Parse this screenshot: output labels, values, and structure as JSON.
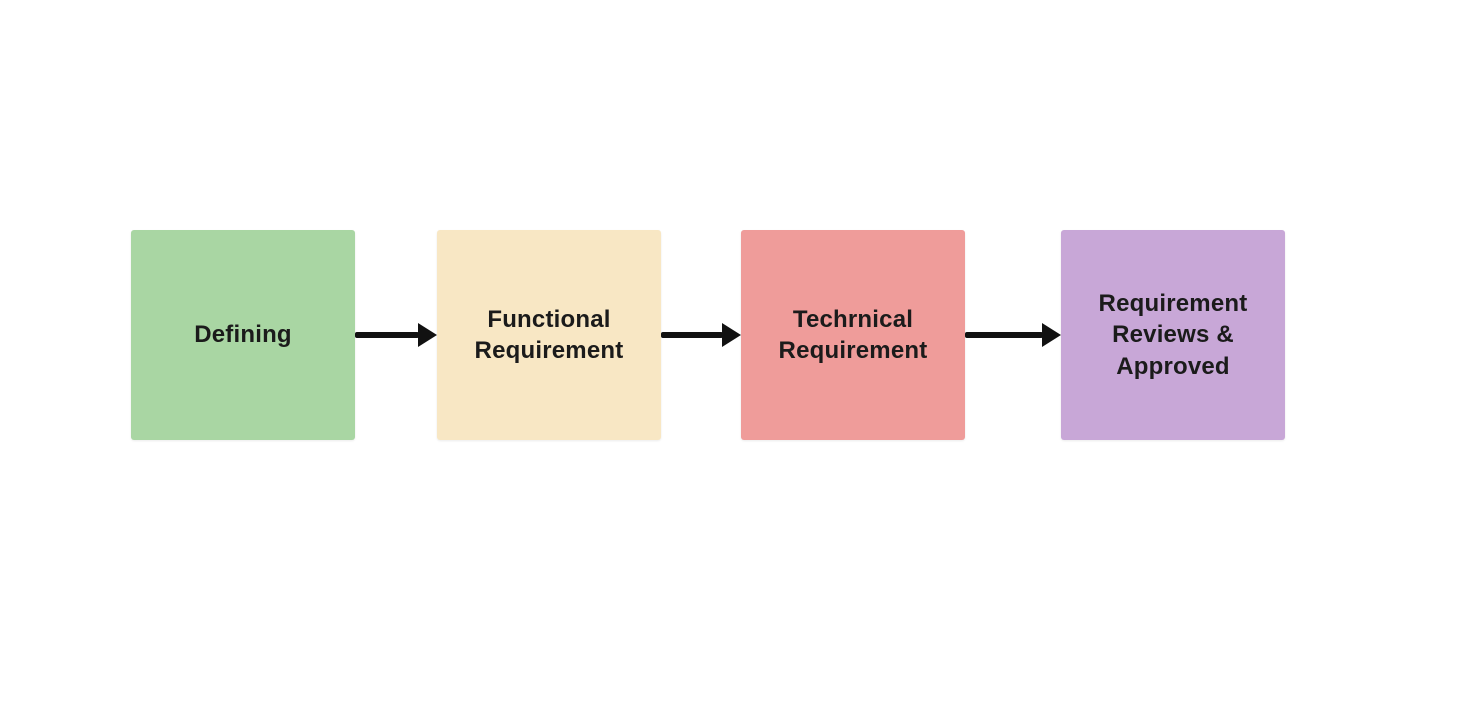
{
  "diagram": {
    "title": "requirement-flow",
    "background_color": "#ffffff",
    "text_color": "#1b1b1b",
    "arrow_color": "#111111",
    "nodes": [
      {
        "label": "Defining",
        "color": "#a9d6a3"
      },
      {
        "label": "Functional\nRequirement",
        "color": "#f8e7c4"
      },
      {
        "label": "Techrnical\nRequirement",
        "color": "#ef9c9a"
      },
      {
        "label": "Requirement\nReviews &\nApproved",
        "color": "#c8a7d7"
      }
    ],
    "connectors": [
      {
        "from": "Defining",
        "to": "Functional Requirement",
        "direction": "right"
      },
      {
        "from": "Functional Requirement",
        "to": "Techrnical Requirement",
        "direction": "right"
      },
      {
        "from": "Techrnical Requirement",
        "to": "Requirement Reviews & Approved",
        "direction": "right"
      }
    ]
  }
}
